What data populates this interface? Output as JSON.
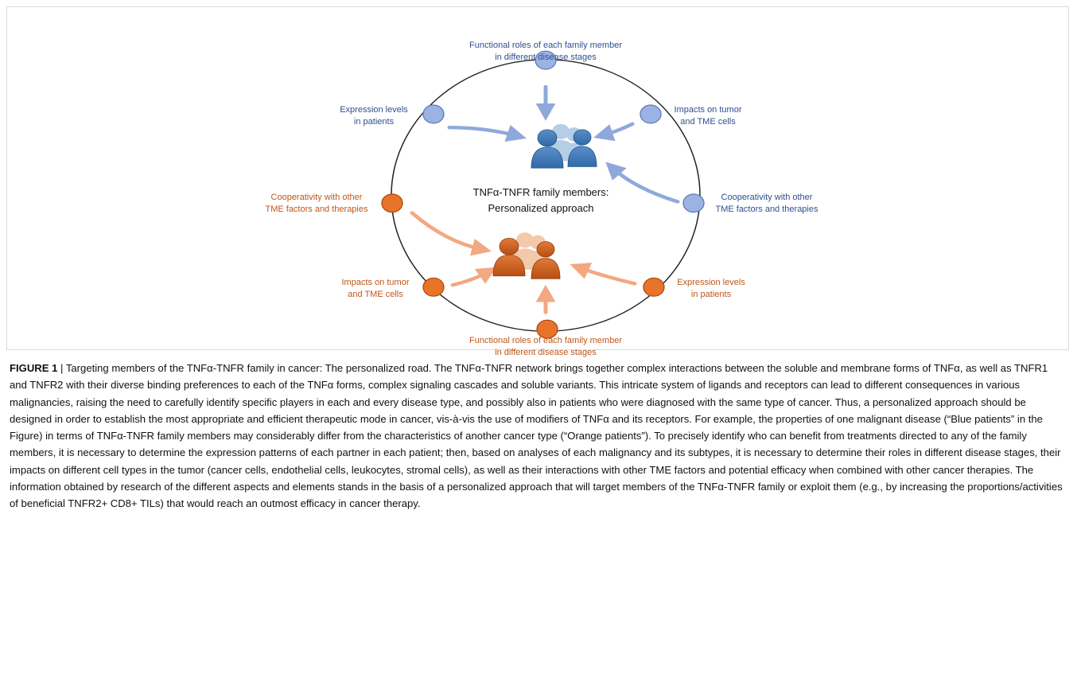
{
  "figure": {
    "center_title_line1": "TNFα-TNFR family members:",
    "center_title_line2": "Personalized approach",
    "blue_group": {
      "color": "#8fa8dc",
      "text_color": "#2f4f8f",
      "nodes": [
        {
          "line1": "Functional roles of each family member",
          "line2": "in different disease stages"
        },
        {
          "line1": "Expression levels",
          "line2": "in patients"
        },
        {
          "line1": "Impacts on tumor",
          "line2": "and TME cells"
        },
        {
          "line1": "Cooperativity with other",
          "line2": "TME factors and therapies"
        }
      ]
    },
    "orange_group": {
      "color": "#e8742a",
      "text_color": "#c0561a",
      "nodes": [
        {
          "line1": "Cooperativity with other",
          "line2": "TME factors and therapies"
        },
        {
          "line1": "Impacts on tumor",
          "line2": "and TME cells"
        },
        {
          "line1": "Expression levels",
          "line2": "in patients"
        },
        {
          "line1": "Functional roles of each family member",
          "line2": "in different disease stages"
        }
      ]
    }
  },
  "caption": {
    "label": "FIGURE 1",
    "separator": " | ",
    "text": "Targeting members of the TNFα-TNFR family in cancer: The personalized road. The TNFα-TNFR network brings together complex interactions between the soluble and membrane forms of TNFα, as well as TNFR1 and TNFR2 with their diverse binding preferences to each of the TNFα forms, complex signaling cascades and soluble variants. This intricate system of ligands and receptors can lead to different consequences in various malignancies, raising the need to carefully identify specific players in each and every disease type, and possibly also in patients who were diagnosed with the same type of cancer. Thus, a personalized approach should be designed in order to establish the most appropriate and efficient therapeutic mode in cancer, vis-à-vis the use of modifiers of TNFα and its receptors. For example, the properties of one malignant disease (“Blue patients” in the Figure) in terms of TNFα-TNFR family members may considerably differ from the characteristics of another cancer type (“Orange patients”). To precisely identify who can benefit from treatments directed to any of the family members, it is necessary to determine the expression patterns of each partner in each patient; then, based on analyses of each malignancy and its subtypes, it is necessary to determine their roles in different disease stages, their impacts on different cell types in the tumor (cancer cells, endothelial cells, leukocytes, stromal cells), as well as their interactions with other TME factors and potential efficacy when combined with other cancer therapies. The information obtained by research of the different aspects and elements stands in the basis of a personalized approach that will target members of the TNFα-TNFR family or exploit them (e.g., by increasing the proportions/activities of beneficial TNFR2+ CD8+ TILs) that would reach an outmost efficacy in cancer therapy."
  }
}
